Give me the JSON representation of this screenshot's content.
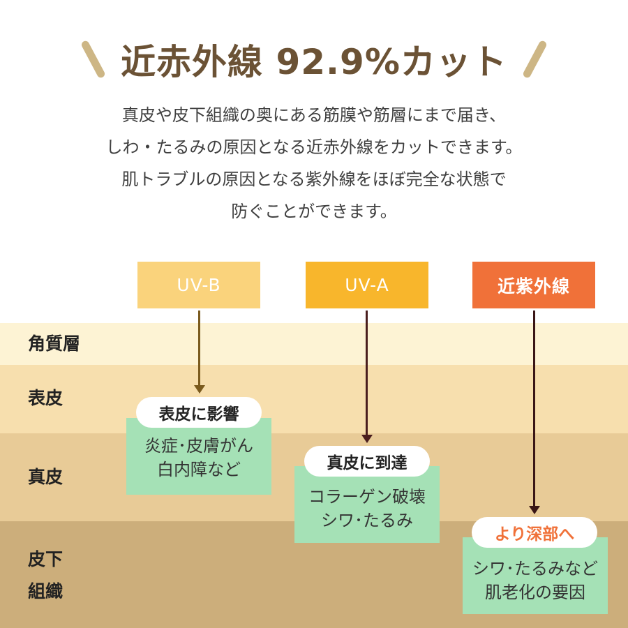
{
  "title": "近赤外線 92.9%カット",
  "description": [
    "真皮や皮下組織の奥にある筋膜や筋層にまで届き、",
    "しわ・たるみの原因となる近赤外線をカットできます。",
    "肌トラブルの原因となる紫外線をほぼ完全な状態で",
    "防ぐことができます。"
  ],
  "layers": {
    "stratum_corneum": "角質層",
    "epidermis": "表皮",
    "dermis": "真皮",
    "subcutaneous_1": "皮下",
    "subcutaneous_2": "組織"
  },
  "rays": {
    "uvb": "UV-B",
    "uva": "UV-A",
    "nir": "近紫外線"
  },
  "effects": {
    "uvb": {
      "pill": "表皮に影響",
      "lines": [
        "炎症･皮膚がん",
        "白内障など"
      ]
    },
    "uva": {
      "pill": "真皮に到達",
      "lines": [
        "コラーゲン破壊",
        "シワ･たるみ"
      ]
    },
    "nir": {
      "pill": "より深部へ",
      "lines": [
        "シワ･たるみなど",
        "肌老化の要因"
      ]
    }
  },
  "colors": {
    "title": "#6b5235",
    "uvb": "#fad37c",
    "uva": "#f8b62c",
    "nir": "#f07139",
    "effect_bg": "#a5e1b6",
    "nir_pill_text": "#f07139"
  }
}
